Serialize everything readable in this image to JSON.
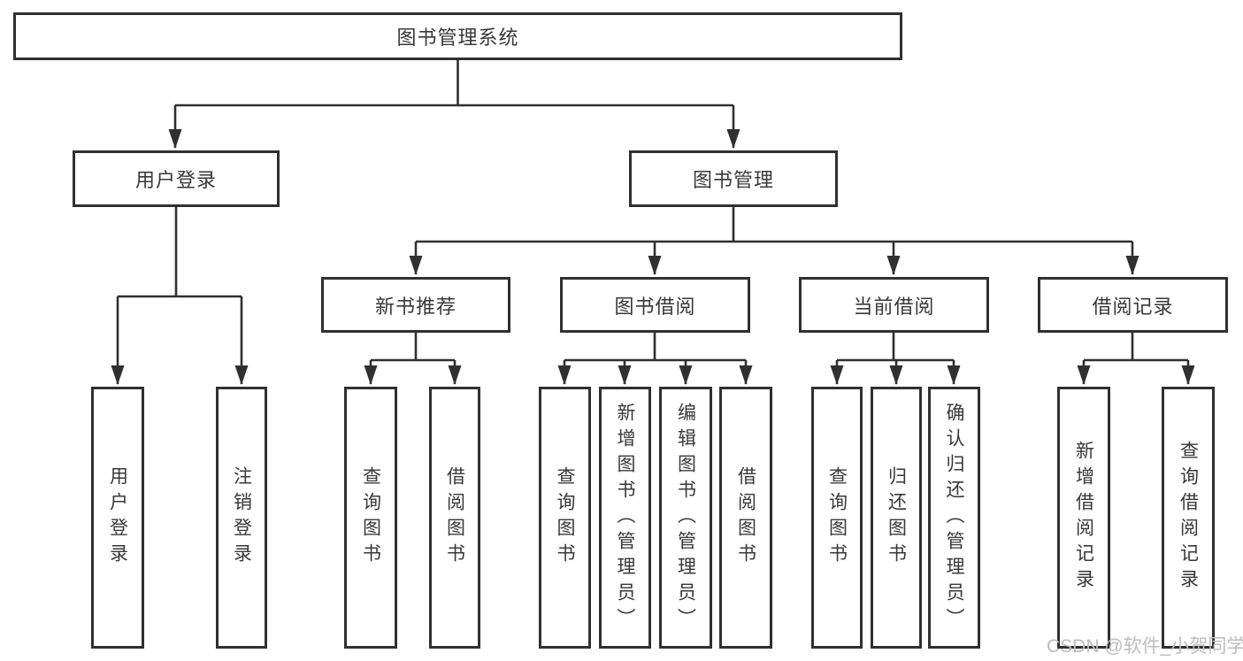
{
  "tree": {
    "root": {
      "label": "图书管理系统"
    },
    "branches": [
      {
        "label": "用户登录",
        "children": [
          {
            "label": "用户登录"
          },
          {
            "label": "注销登录"
          }
        ]
      },
      {
        "label": "图书管理",
        "sections": [
          {
            "label": "新书推荐",
            "children": [
              {
                "label": "查询图书"
              },
              {
                "label": "借阅图书"
              }
            ]
          },
          {
            "label": "图书借阅",
            "children": [
              {
                "label": "查询图书"
              },
              {
                "label": "新增图书（管理员）"
              },
              {
                "label": "编辑图书（管理员）"
              },
              {
                "label": "借阅图书"
              }
            ]
          },
          {
            "label": "当前借阅",
            "children": [
              {
                "label": "查询图书"
              },
              {
                "label": "归还图书"
              },
              {
                "label": "确认归还（管理员）"
              }
            ]
          },
          {
            "label": "借阅记录",
            "children": [
              {
                "label": "新增借阅记录"
              },
              {
                "label": "查询借阅记录"
              }
            ]
          }
        ]
      }
    ]
  },
  "watermark": {
    "text": "CSDN @软件_小贺同学"
  },
  "colors": {
    "line": "#303030",
    "text": "#383838",
    "background": "#ffffff",
    "watermark": "#bdbdbd"
  }
}
